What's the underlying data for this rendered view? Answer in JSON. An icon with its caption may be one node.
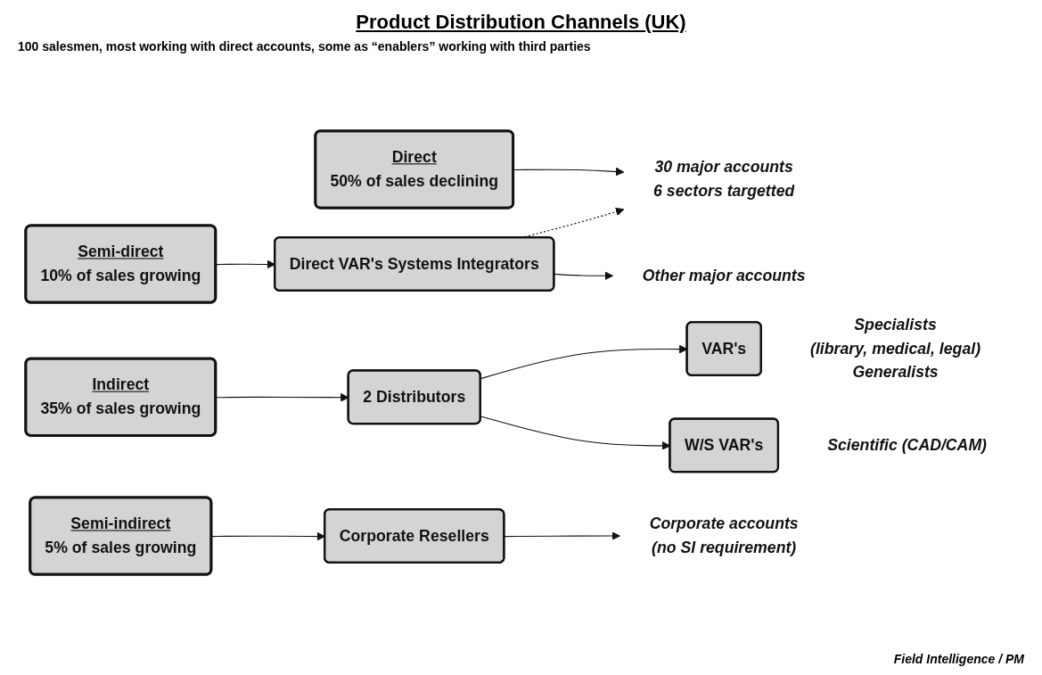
{
  "diagram": {
    "title": "Product Distribution Channels (UK)",
    "nodes": [
      {
        "text": [
          "Direct",
          "50% of sales declining"
        ]
      },
      {
        "text": [
          "30 major accounts",
          "6 sectors targetted"
        ]
      },
      {
        "text": [
          "Semi-direct",
          "10% of sales growing"
        ]
      },
      {
        "text": [
          "Direct VAR's Systems Integrators"
        ]
      },
      {
        "text": [
          "Other major accounts"
        ]
      },
      {
        "text": [
          "Indirect",
          "35% of sales growing"
        ]
      },
      {
        "text": [
          "2 Distributors"
        ]
      },
      {
        "text": [
          "VAR's"
        ],
        "beside": [
          "Specialists",
          "(library, medical, legal)",
          "Generalists"
        ]
      },
      {
        "text": [
          "W/S VAR's"
        ],
        "beside": [
          "Scientific (CAD/CAM)"
        ]
      },
      {
        "text": [
          "Semi-indirect",
          "5% of sales growing"
        ]
      },
      {
        "text": [
          "Corporate Resellers"
        ]
      },
      {
        "text": [
          "Corporate accounts",
          "(no SI requirement)"
        ]
      }
    ],
    "edges": [
      {
        "from": 0,
        "to": 1,
        "arrow": "to"
      },
      {
        "from": 2,
        "to": 3,
        "arrow": "to"
      },
      {
        "from": 3,
        "to": 1,
        "arrow": "to",
        "style": "dashed"
      },
      {
        "from": 3,
        "to": 4,
        "arrow": "to"
      },
      {
        "from": 5,
        "to": 6,
        "arrow": "to"
      },
      {
        "from": 6,
        "to": 7,
        "arrow": "to"
      },
      {
        "from": 6,
        "to": 8,
        "arrow": "to"
      },
      {
        "from": 9,
        "to": 10,
        "arrow": "to"
      },
      {
        "from": 10,
        "to": 11,
        "arrow": "to"
      }
    ],
    "labels": [
      "100 salesmen, most working with direct accounts, some as “enablers” working with third parties",
      "Field Intelligence / PM"
    ]
  }
}
